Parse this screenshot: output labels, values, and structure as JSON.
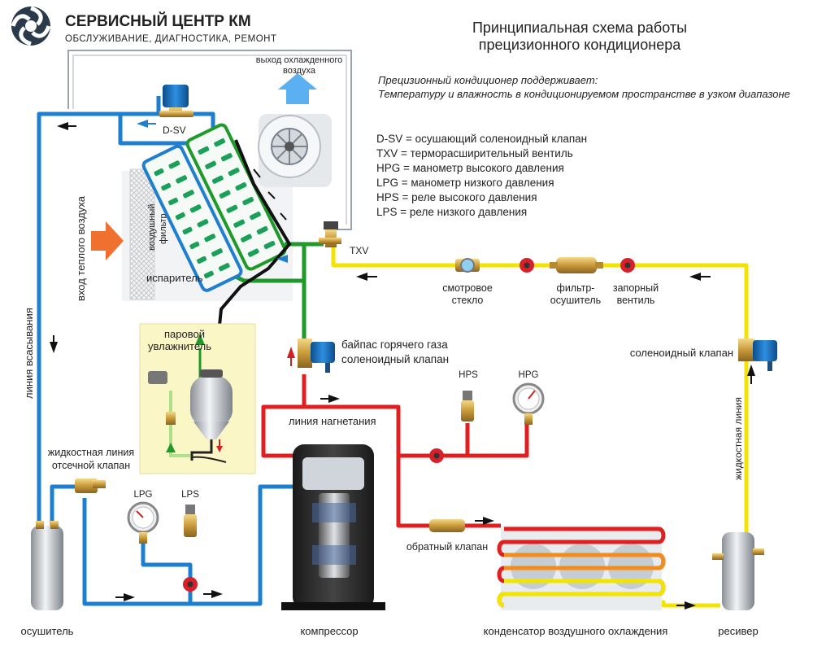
{
  "logo": {
    "title": "СЕРВИСНЫЙ ЦЕНТР КМ",
    "subtitle": "ОБСЛУЖИВАНИЕ, ДИАГНОСТИКА, РЕМОНТ"
  },
  "header": {
    "title_line1": "Принципиальная схема работы",
    "title_line2": "прецизионного кондиционера"
  },
  "intro": {
    "line1": "Прецизионный кондиционер поддерживает:",
    "line2": "Температуру и влажность в кондиционируемом пространстве в узком диапазоне"
  },
  "legend": [
    "D-SV = осушающий соленоидный клапан",
    "TXV  = терморасширительный вентиль",
    "HPG = манометр высокого давления",
    "LPG = манометр низкого давления",
    "HPS  = реле высокого давления",
    "LPS  = реле низкого давления"
  ],
  "labels": {
    "cold_air_out_1": "выход охлажденного",
    "cold_air_out_2": "воздуха",
    "dsv": "D-SV",
    "txv": "TXV",
    "warm_air_in": "вход теплого воздуха",
    "air_filter_1": "воздушный",
    "air_filter_2": "фильтр",
    "evaporator": "испаритель",
    "suction_line": "линия всасывания",
    "sight_glass_1": "смотровое",
    "sight_glass_2": "стекло",
    "filter_dryer_1": "фильтр-",
    "filter_dryer_2": "осушитель",
    "shutoff_valve_1": "запорный",
    "shutoff_valve_2": "вентиль",
    "solenoid_valve": "соленоидный клапан",
    "liquid_line": "жидкостная линия",
    "hot_gas_1": "байпас горячего газа",
    "hot_gas_2": "соленоидный клапан",
    "humidifier_1": "паровой",
    "humidifier_2": "увлажнитель",
    "discharge_line": "линия нагнетания",
    "hps": "HPS",
    "hpg": "HPG",
    "lpg": "LPG",
    "lps": "LPS",
    "liquid_shutoff_1": "жидкостная линия",
    "liquid_shutoff_2": "отсечной клапан",
    "check_valve": "обратный клапан",
    "dryer": "осушитель",
    "compressor": "компрессор",
    "condenser": "конденсатор воздушного охлаждения",
    "receiver": "ресивер"
  },
  "colors": {
    "suction": "#1e7fd0",
    "liquid": "#f2e400",
    "discharge": "#e02020",
    "mixed": "#1f9a2a",
    "brand_dark": "#2a3a4a",
    "warm_arrow": "#f07030",
    "cold_arrow": "#5ab0f0"
  }
}
